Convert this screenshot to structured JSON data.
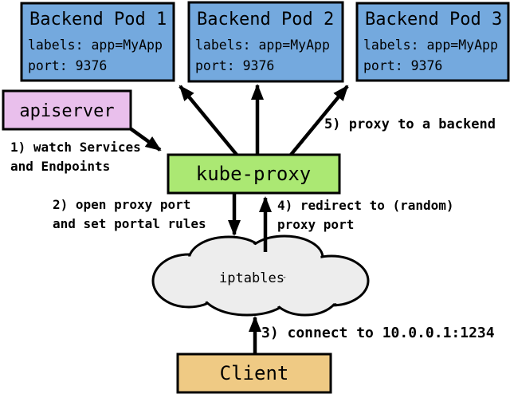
{
  "diagram": {
    "pods": [
      {
        "title": "Backend Pod 1",
        "labels": "labels: app=MyApp",
        "port": "port: 9376"
      },
      {
        "title": "Backend Pod 2",
        "labels": "labels: app=MyApp",
        "port": "port: 9376"
      },
      {
        "title": "Backend Pod 3",
        "labels": "labels: app=MyApp",
        "port": "port: 9376"
      }
    ],
    "apiserver_label": "apiserver",
    "kube_proxy_label": "kube-proxy",
    "iptables_label": "iptables",
    "client_label": "Client",
    "annotations": {
      "step1_line1": "1) watch Services",
      "step1_line2": "and Endpoints",
      "step2_line1": "2) open proxy port",
      "step2_line2": "and set portal rules",
      "step3": "3) connect to 10.0.0.1:1234",
      "step4_line1": "4) redirect to (random)",
      "step4_line2": "proxy port",
      "step5": "5) proxy to a backend"
    },
    "colors": {
      "pod_fill": "#74A9DE",
      "apiserver_fill": "#E9BFEC",
      "kube_proxy_fill": "#ABE873",
      "client_fill": "#EFCA84",
      "cloud_fill": "#EDEDED",
      "border": "#000000"
    }
  }
}
